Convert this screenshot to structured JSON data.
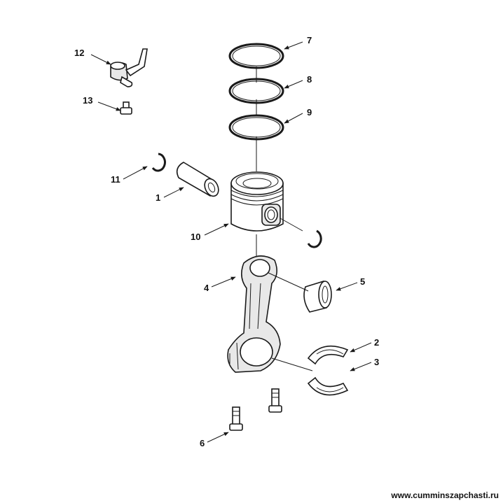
{
  "labels": {
    "l1": "1",
    "l2": "2",
    "l3": "3",
    "l4": "4",
    "l5": "5",
    "l6": "6",
    "l7": "7",
    "l8": "8",
    "l9": "9",
    "l10": "10",
    "l11": "11",
    "l12": "12",
    "l13": "13"
  },
  "watermark": "www.cumminszapchasti.ru"
}
